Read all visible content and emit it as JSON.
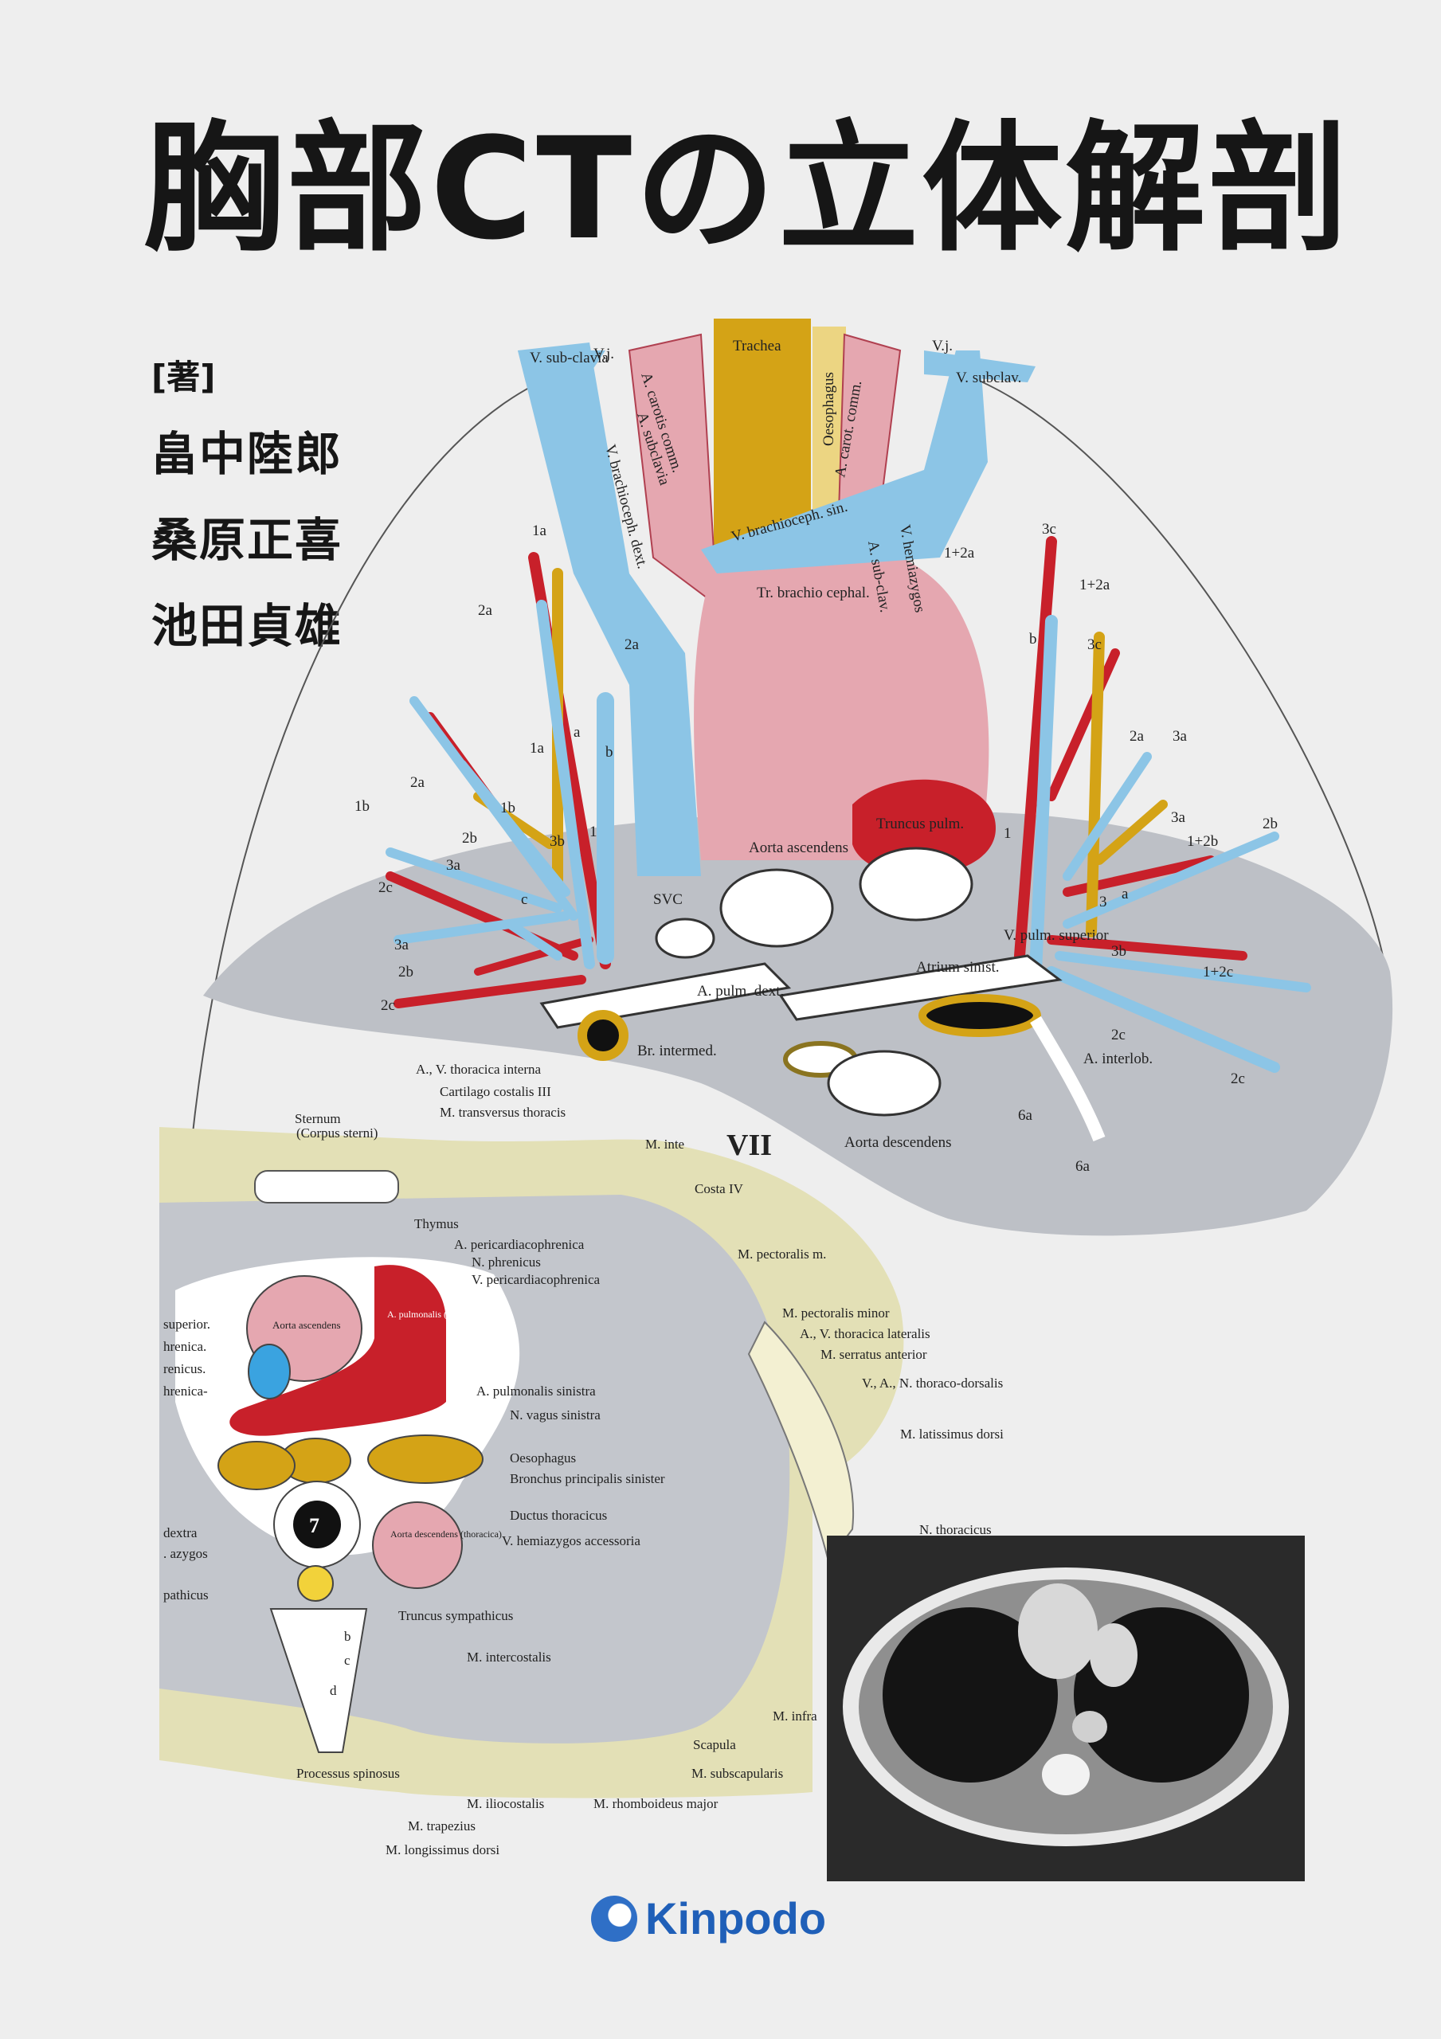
{
  "cover": {
    "title": "胸部CTの立体解剖",
    "author_label": "[著]",
    "authors": [
      "畠中陸郎",
      "桑原正喜",
      "池田貞雄"
    ],
    "publisher": "Kinpodo"
  },
  "colors": {
    "artery": "#c8202a",
    "vein": "#8cc5e6",
    "bronchus": "#d4a316",
    "aorta_pink": "#e5a7b0",
    "shadow_gray": "#bdc0c6",
    "muscle_beige": "#e3e0b6",
    "publisher_blue": "#1f5fb8"
  },
  "upper_illustration": {
    "labels": {
      "trachea": "Trachea",
      "oesophagus": "Oesophagus",
      "v_subclavia_l": "V. sub-clavia",
      "vj_l": "V.j.",
      "vj_r": "V.j.",
      "v_subclav_r": "V. subclav.",
      "a_carotis": "A. carotis comm.",
      "a_subclavia": "A. subclavia",
      "a_carot_comm": "A. carot. comm.",
      "v_brachio_dext": "V. brachioceph. dext.",
      "v_brachio_sin": "V. brachioceph. sin.",
      "tr_brachio": "Tr. brachio cephal.",
      "a_subclav": "A. sub-clav.",
      "v_hemiazygos": "V. hemiazygos",
      "aorta_asc": "Aorta ascendens",
      "truncus_pulm": "Truncus pulm.",
      "svc": "SVC",
      "atrium": "Atrium sinist.",
      "a_pulm_dext": "A. pulm. dext.",
      "v_pulm_sup": "V. pulm. superior",
      "br_intermed": "Br. intermed.",
      "a_interlob": "A. interlob.",
      "aorta_desc": "Aorta descendens",
      "seg_1a": "1a",
      "seg_2a": "2a",
      "seg_1b": "1b",
      "seg_2b": "2b",
      "seg_2c": "2c",
      "seg_3a": "3a",
      "seg_3b": "3b",
      "seg_1_2a": "1+2a",
      "seg_3c": "3c",
      "seg_1_2b": "1+2b",
      "seg_1_2c": "1+2c",
      "seg_6a": "6a",
      "seg_a": "a",
      "seg_b": "b",
      "seg_c": "c",
      "seg_1": "1",
      "seg_3": "3"
    }
  },
  "cross_section": {
    "level": "VII",
    "labels": {
      "thoracica_interna": "A., V. thoracica interna",
      "cartilago": "Cartilago costalis III",
      "transversus": "M. transversus thoracis",
      "sternum": "Sternum",
      "corpus_sterni": "(Corpus sterni)",
      "m_inte": "M. inte",
      "costa": "Costa IV",
      "thymus": "Thymus",
      "a_pericardio": "A. pericardiacophrenica",
      "n_phrenicus": "N. phrenicus",
      "v_pericardio": "V. pericardiacophrenica",
      "pectoralis": "M. pectoralis m.",
      "superior": "superior.",
      "phrenica": "hrenica.",
      "phrenicus2": "renicus.",
      "phrenica2": "hrenica-",
      "aorta_asc": "Aorta ascendens",
      "a_pulmonalis": "A. pulmonalis (Truncus)",
      "pectoralis_minor": "M. pectoralis minor",
      "thoracica_lat": "A., V. thoracica lateralis",
      "serratus": "M. serratus anterior",
      "a_pulm_sin": "A. pulmonalis sinistra",
      "thoracodorsalis": "V., A., N. thoraco-dorsalis",
      "n_vagus": "N. vagus sinistra",
      "latissimus": "M. latissimus dorsi",
      "oesophagus": "Oesophagus",
      "bronchus": "Bronchus principalis sinister",
      "ductus": "Ductus thoracicus",
      "dextra": "dextra",
      "azygos": ". azygos",
      "aorta_desc": "Aorta descendens (thoracica)",
      "hemiazygos": "V. hemiazygos accessoria",
      "n_thoracicus": "N. thoracicus",
      "pathicus": "pathicus",
      "vertebra": "7",
      "truncus_symp": "Truncus sympathicus",
      "intercostalis": "M. intercostalis",
      "infra": "M. infra",
      "scapula": "Scapula",
      "subscapularis": "M. subscapularis",
      "processus": "Processus spinosus",
      "iliocostalis": "M. iliocostalis",
      "rhomboideus": "M. rhomboideus major",
      "trapezius": "M. trapezius",
      "longissimus": "M. longissimus dorsi",
      "b": "b",
      "c": "c",
      "d": "d"
    }
  }
}
